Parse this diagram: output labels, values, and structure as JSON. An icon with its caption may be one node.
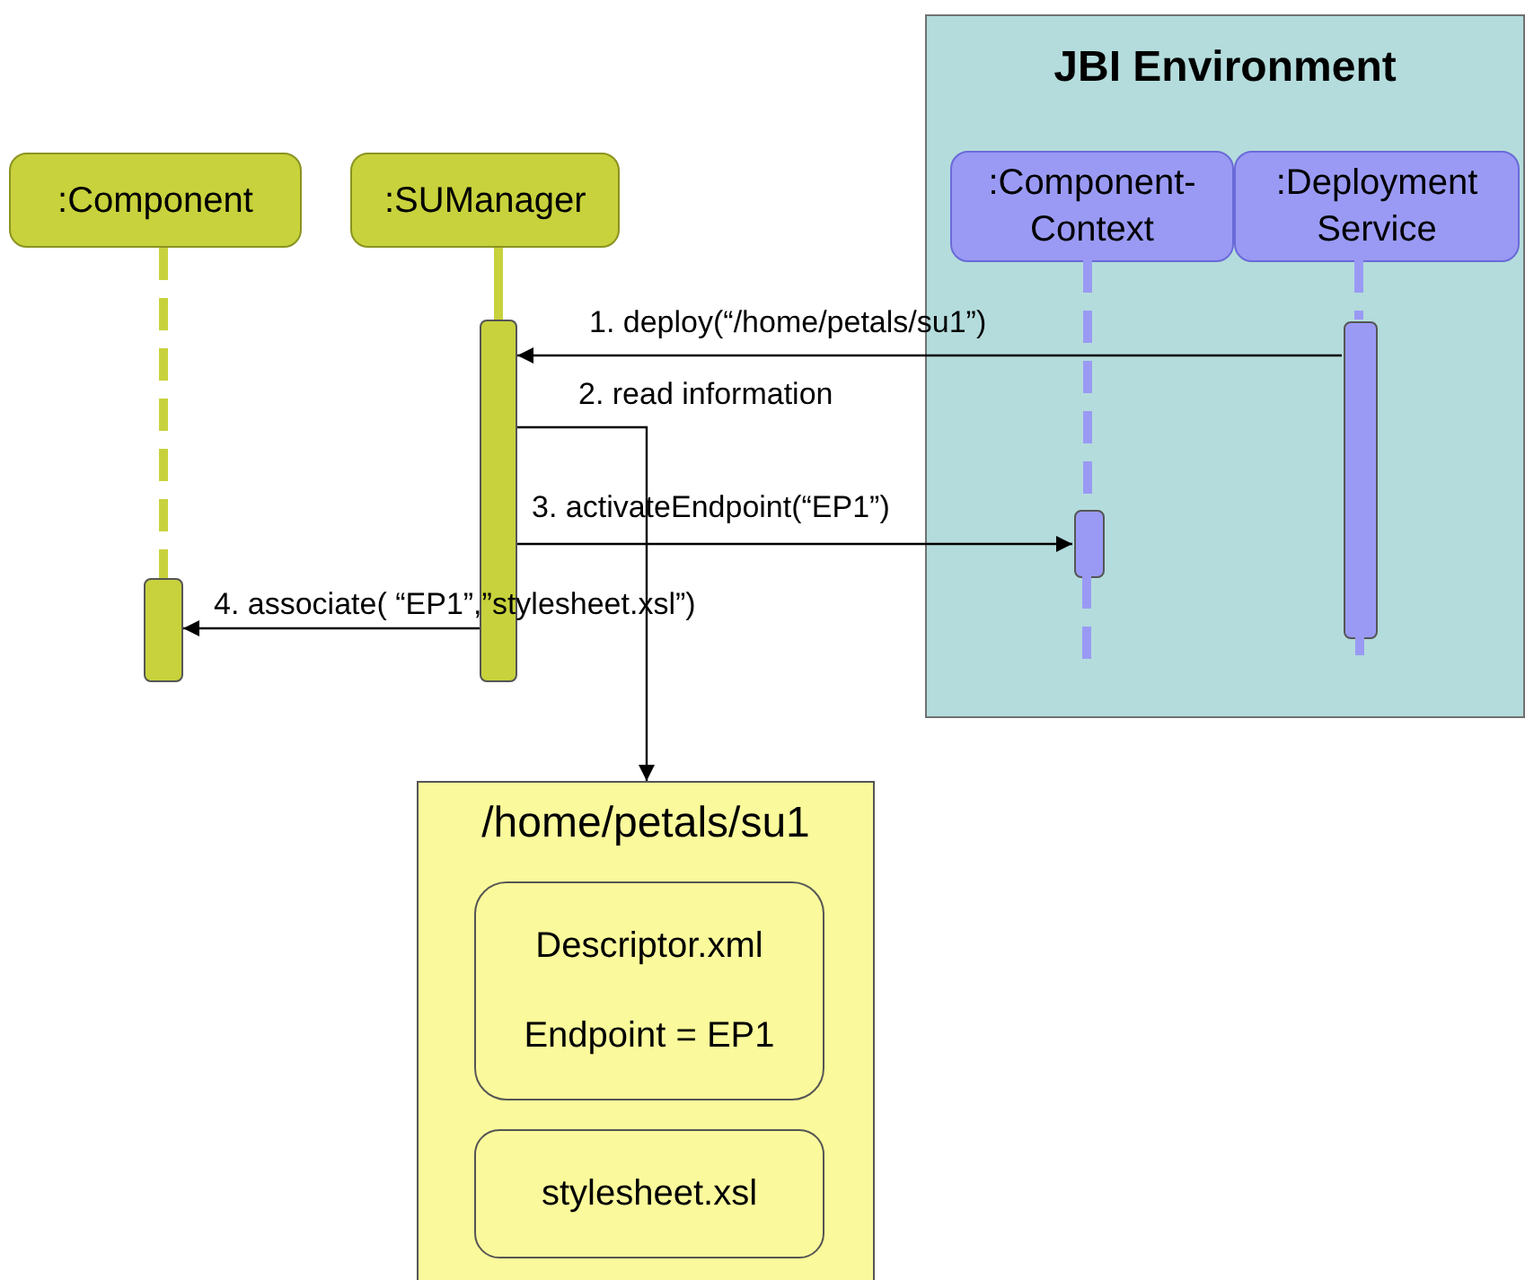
{
  "diagram": {
    "nodes": [
      {
        "text": [
          "JBI Environment"
        ]
      },
      {
        "text": [
          ":Component"
        ]
      },
      {
        "text": [
          ":SUManager"
        ]
      },
      {
        "text": [
          ":Component- Context"
        ],
        "in": 0
      },
      {
        "text": [
          ":Deployment Service"
        ],
        "in": 0
      },
      {
        "text": [],
        "shape": "bar"
      },
      {
        "text": [],
        "shape": "bar"
      },
      {
        "text": [],
        "shape": "bar",
        "in": 0
      },
      {
        "text": [],
        "shape": "bar",
        "in": 0
      },
      {
        "text": [
          "/home/petals/su1"
        ]
      },
      {
        "text": [
          "Descriptor.xml",
          "Endpoint = EP1"
        ],
        "in": 9
      },
      {
        "text": [
          "stylesheet.xsl"
        ],
        "in": 9
      }
    ],
    "edges": [
      {
        "from": 1,
        "to": 5,
        "arrow": "none",
        "style": "dashed",
        "color": "#c8d23c"
      },
      {
        "from": 2,
        "to": 6,
        "arrow": "none",
        "style": "thick",
        "color": "#c8d23c"
      },
      {
        "from": 3,
        "to": 7,
        "arrow": "none",
        "style": "dashed",
        "color": "#9a9af5"
      },
      {
        "from": 4,
        "to": 8,
        "arrow": "none",
        "style": "dashed",
        "color": "#9a9af5"
      },
      {
        "from": 8,
        "to": 6,
        "arrow": "to",
        "label": "1. deploy(“/home/petals/su1”)"
      },
      {
        "from": 6,
        "to": 9,
        "arrow": "to",
        "label": "2. read information"
      },
      {
        "from": 6,
        "to": 7,
        "arrow": "to",
        "label": "3. activateEndpoint(“EP1”)"
      },
      {
        "from": 6,
        "to": 5,
        "arrow": "to",
        "label": "4. associate( “EP1”,”stylesheet.xsl”)"
      }
    ]
  }
}
